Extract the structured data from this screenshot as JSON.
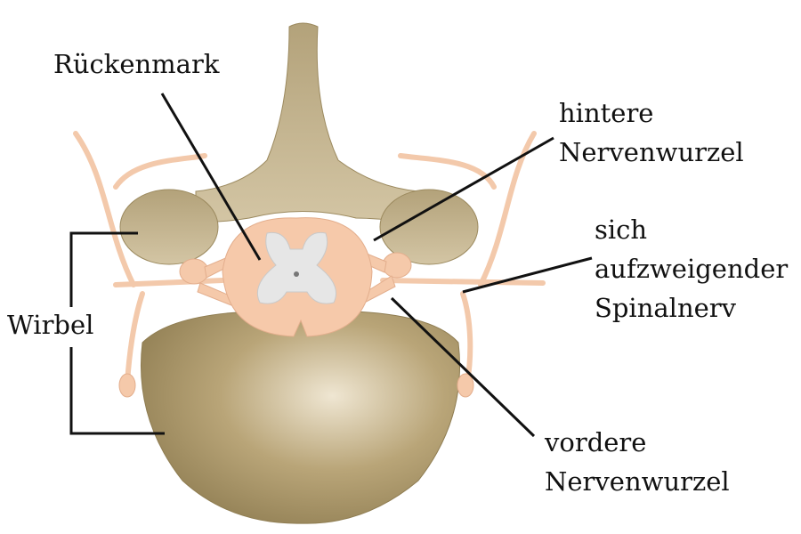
{
  "labels": {
    "spinal_cord": "Rückenmark",
    "dorsal_root": [
      "hintere",
      "Nervenwurzel"
    ],
    "spinal_nerve": [
      "sich",
      "aufzweigender",
      "Spinalnerv"
    ],
    "vertebra": "Wirbel",
    "ventral_root": [
      "vordere",
      "Nervenwurzel"
    ]
  },
  "colors": {
    "bone": "#c9b994",
    "bone_dark": "#9c8a5f",
    "nerve": "#f5c9aa",
    "grey_matter": "#e4e4e4",
    "line": "#111111"
  }
}
